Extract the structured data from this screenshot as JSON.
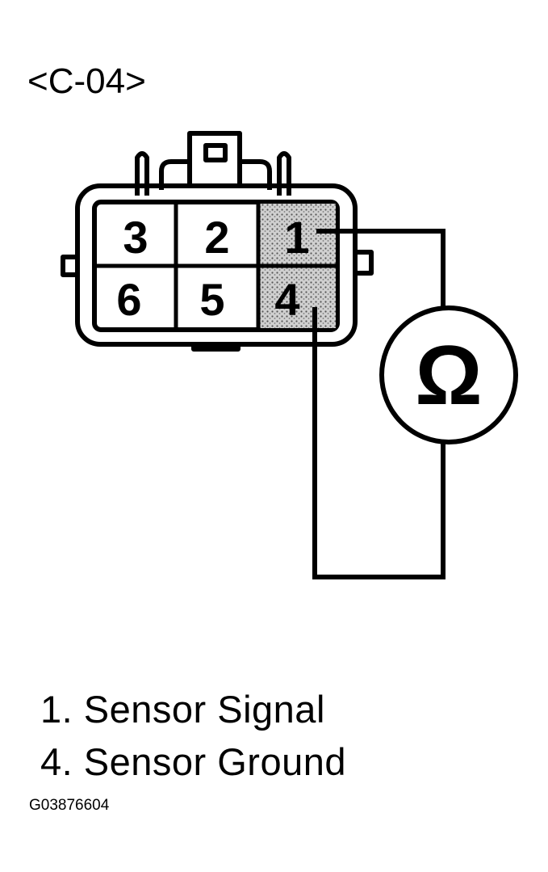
{
  "connector": {
    "title": "<C-04>",
    "pins": [
      {
        "num": "3",
        "highlighted": false
      },
      {
        "num": "2",
        "highlighted": false
      },
      {
        "num": "1",
        "highlighted": true
      },
      {
        "num": "6",
        "highlighted": false
      },
      {
        "num": "5",
        "highlighted": false
      },
      {
        "num": "4",
        "highlighted": true
      }
    ]
  },
  "meter": {
    "symbol": "Ω",
    "icon": "ohmmeter-icon"
  },
  "legend": [
    {
      "label": "1. Sensor Signal"
    },
    {
      "label": "4. Sensor Ground"
    }
  ],
  "reference_code": "G03876604",
  "colors": {
    "line": "#000000",
    "highlight": "#b8b8b8"
  }
}
